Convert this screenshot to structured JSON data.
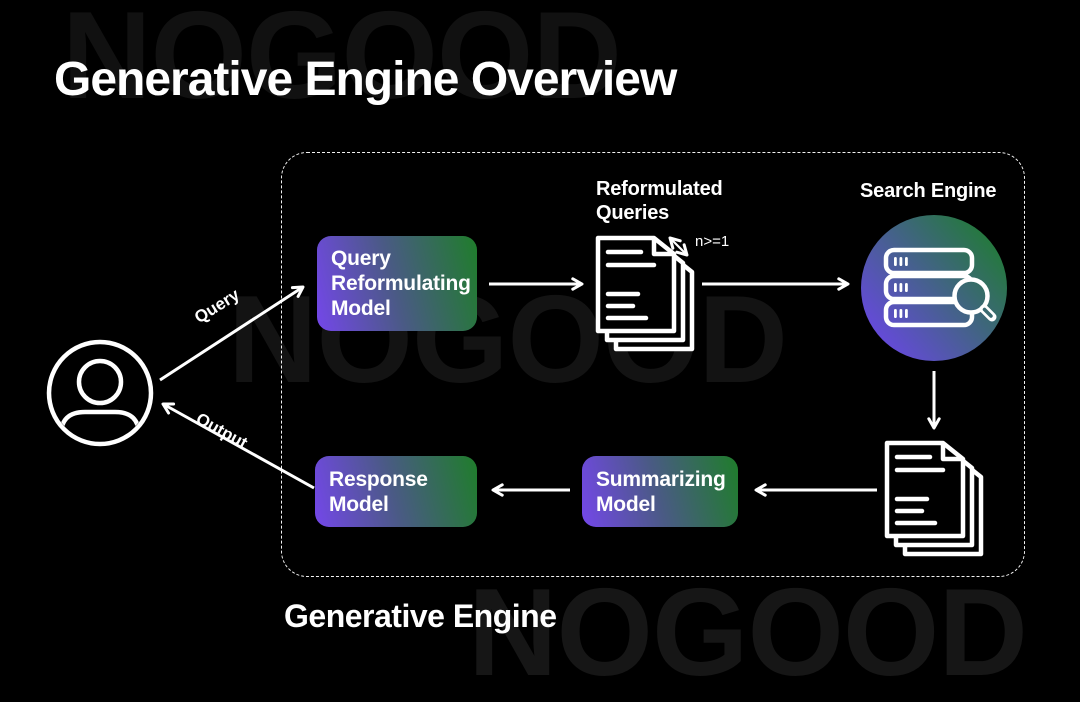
{
  "page": {
    "title": "Generative Engine Overview",
    "watermark_text": "NOGOOD",
    "background_color": "#000000",
    "watermark_color": "#141414"
  },
  "diagram": {
    "caption": "Generative Engine",
    "colors": {
      "gradient_purple": "#7447ea",
      "gradient_green": "#1f7d2b",
      "line_color": "#ffffff"
    },
    "user": {
      "icon": "user-icon",
      "query_label": "Query",
      "output_label": "Output"
    },
    "nodes": {
      "query_reformulating_model": "Query Reformulating Model",
      "reformulated_queries": "Reformulated Queries",
      "queries_multiplicity": "n>=1",
      "search_engine": "Search Engine",
      "summarizing_model": "Summarizing Model",
      "response_model": "Response Model"
    },
    "icons": {
      "reformulated_queries": "document-stack-icon",
      "search_results": "document-stack-icon",
      "search_engine": "database-search-icon"
    }
  }
}
